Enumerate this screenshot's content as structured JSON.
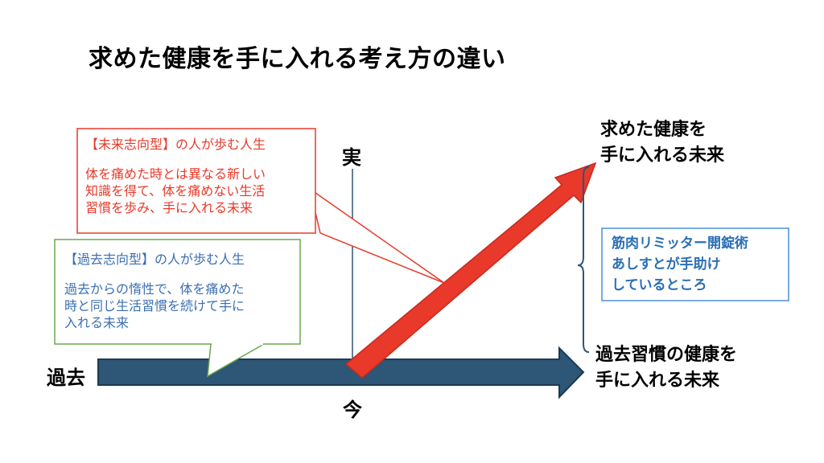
{
  "title": "求めた健康を手に入れる考え方の違い",
  "labels": {
    "past": "過去",
    "now": "今",
    "jitsu": "実"
  },
  "goal_top": [
    "求めた健康を",
    "手に入れる未来"
  ],
  "goal_bottom": [
    "過去習慣の健康を",
    "手に入れる未来"
  ],
  "future_box": {
    "heading": "【未来志向型】の人が歩む人生",
    "lines": [
      "体を痛めた時とは異なる新しい",
      "知識を得て、体を痛めない生活",
      "習慣を歩み、手に入れる未来"
    ]
  },
  "past_box": {
    "heading": "【過去志向型】の人が歩む人生",
    "lines": [
      "過去からの惰性で、体を痛めた",
      "時と同じ生活習慣を続けて手に",
      "入れる未来"
    ]
  },
  "support_box": {
    "lines": [
      "筋肉リミッター開錠術",
      "あしすとが手助け",
      "しているところ"
    ]
  },
  "colors": {
    "past_arrow": "#2d5677",
    "future_arrow": "#e8392a",
    "future_border": "#e8392a",
    "past_border": "#6aa84f",
    "support_border": "#4a90d9",
    "support_text": "#2a6fb5",
    "past_text": "#3b6fb0"
  }
}
